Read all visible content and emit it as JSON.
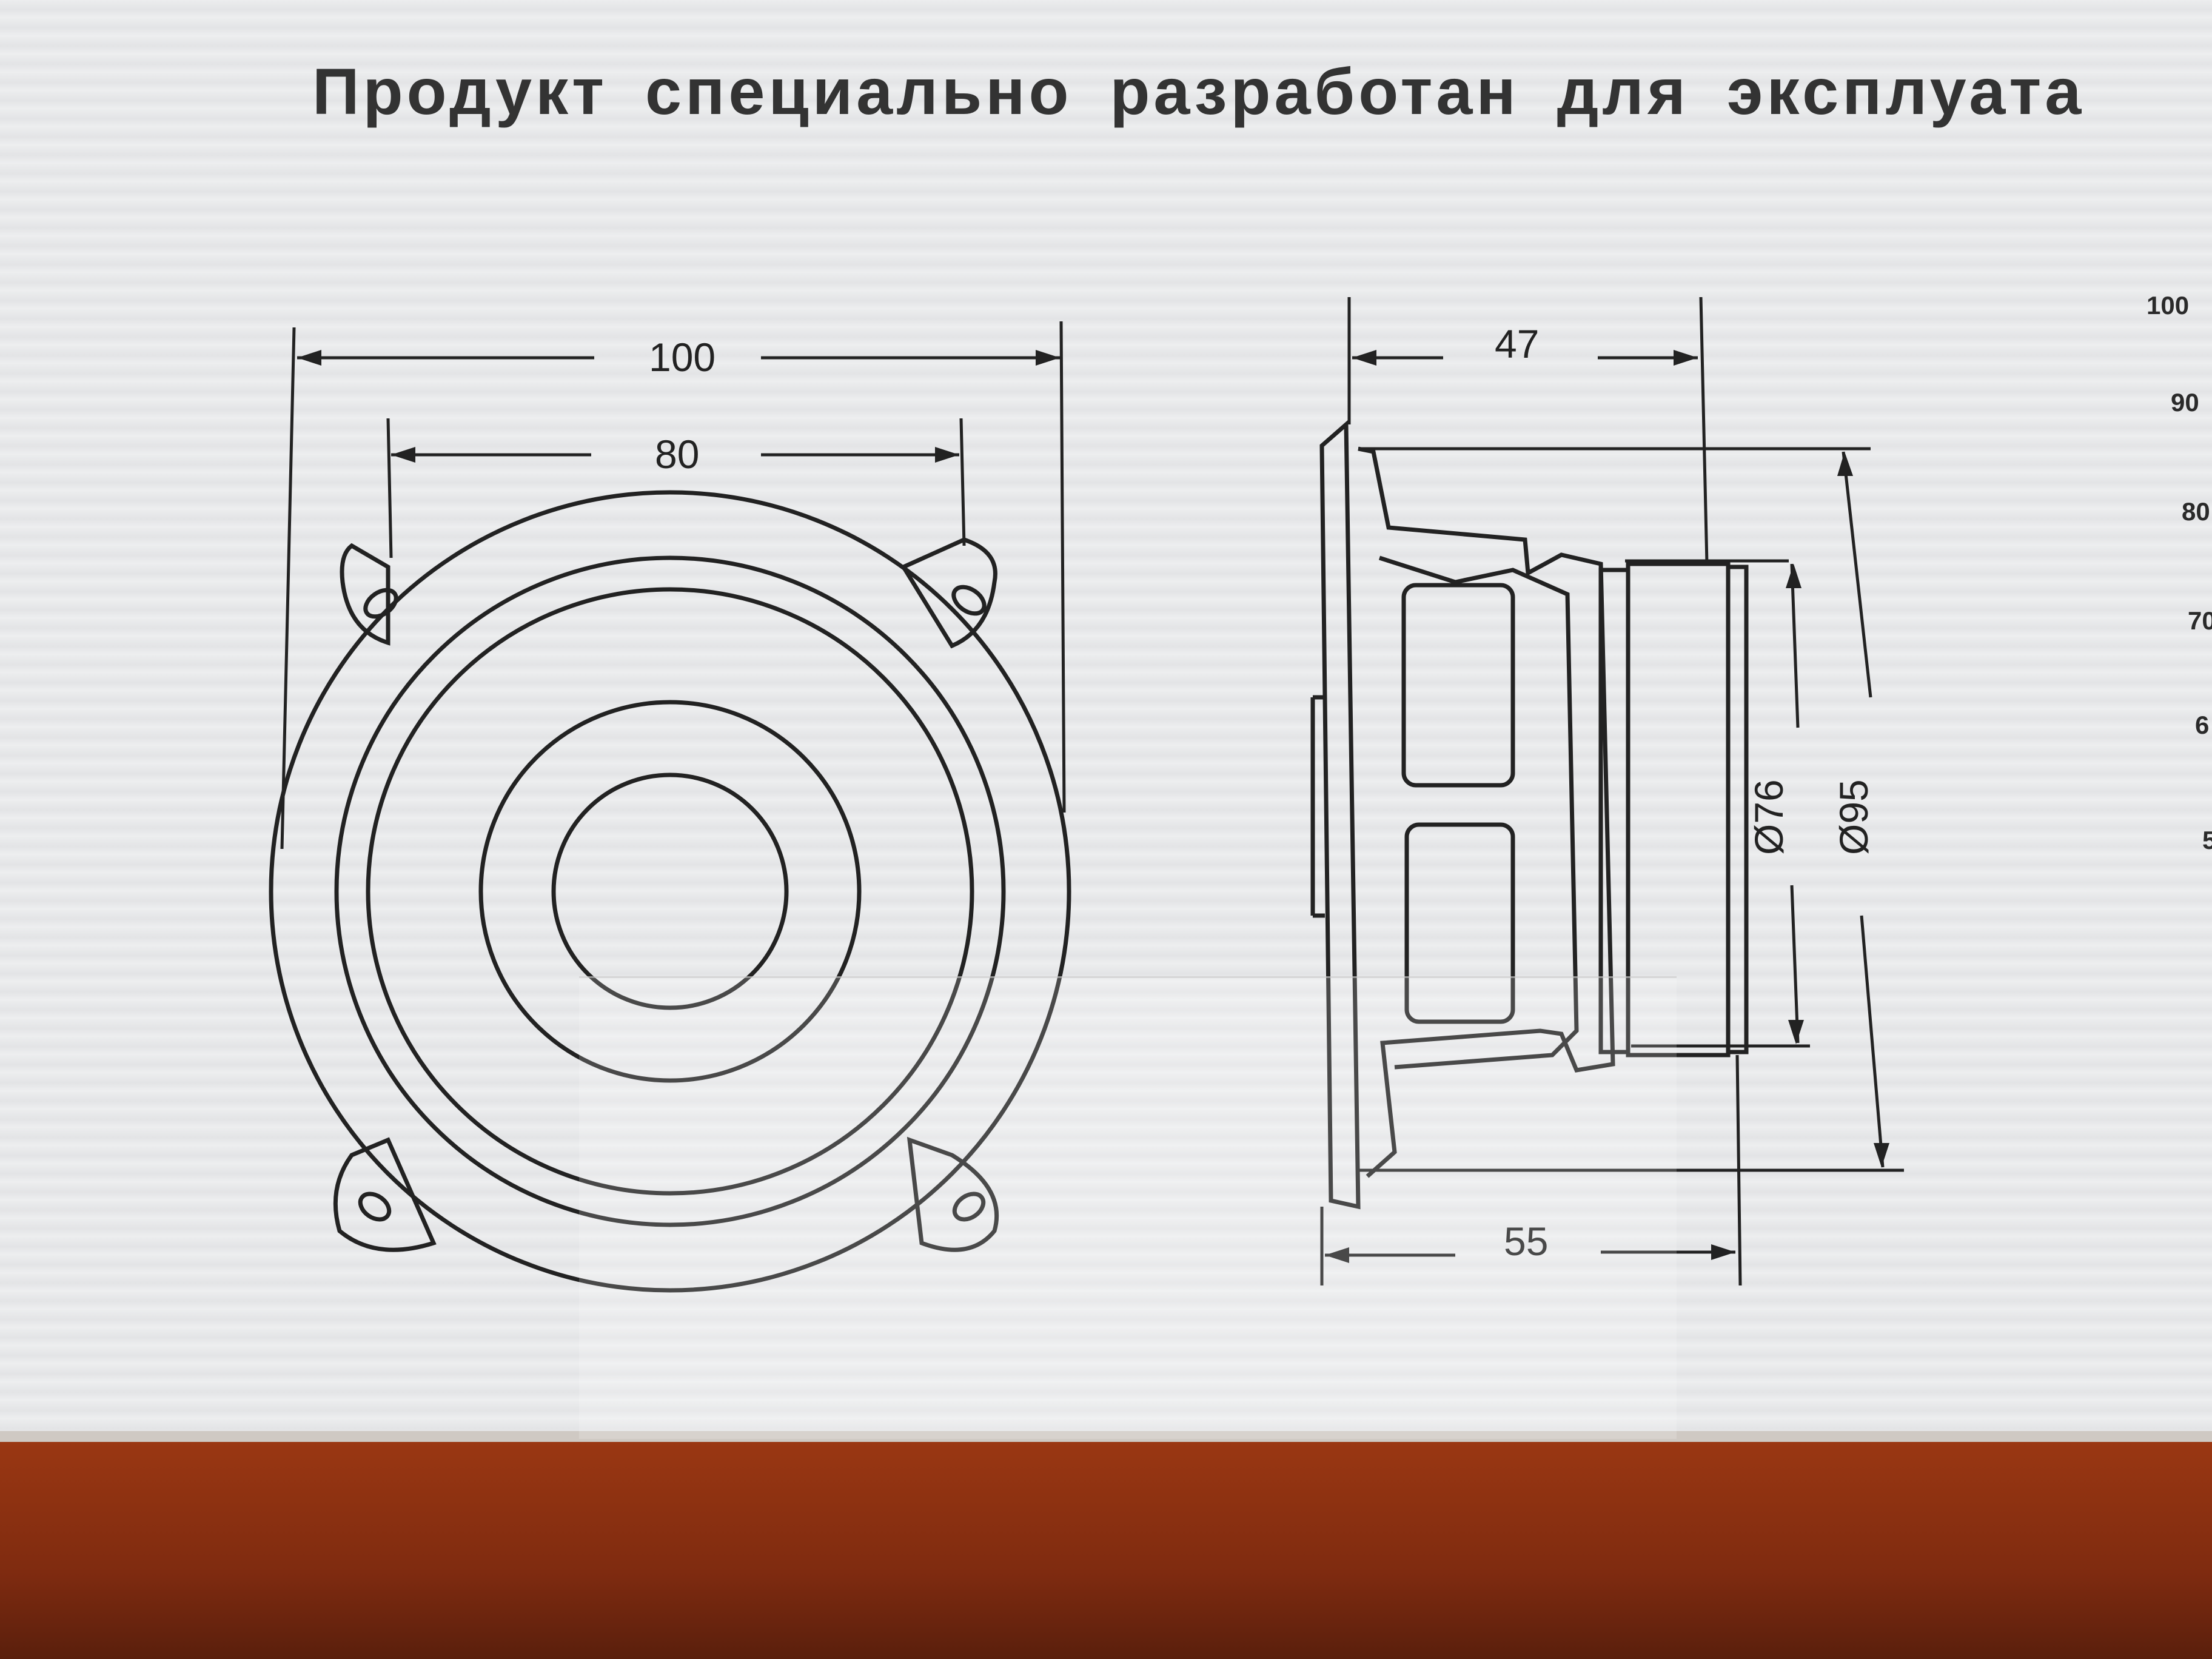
{
  "headline": "Продукт специально разработан для эксплуата",
  "dimensions": {
    "front_outer": "100",
    "front_inner": "80",
    "side_top": "47",
    "side_bottom": "55",
    "diameter_inner": "Ø76",
    "diameter_outer": "Ø95"
  },
  "edge_scale": [
    "100",
    "90",
    "80",
    "70",
    "6",
    "5"
  ],
  "colors": {
    "box": "#ececed",
    "ink": "#222222",
    "table": "#8a3012"
  }
}
